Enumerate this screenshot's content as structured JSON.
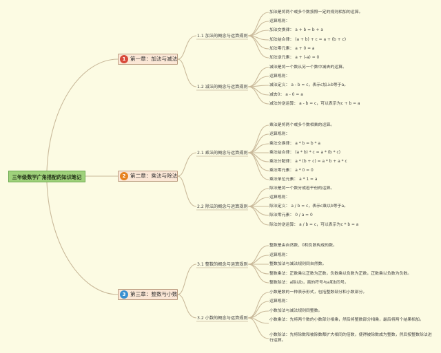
{
  "root": {
    "title": "三年级数学广角搭配的知识笔记"
  },
  "chapters": [
    {
      "number": "1",
      "title": "第一章：加法与减法",
      "badge_color": "#d84a3a",
      "sections": [
        {
          "title": "1.1 加法的概念与运算规则",
          "items": [
            "加法是将两个或多个数按照一定的规则相加的运算。",
            "运算规则：",
            "加法交换律： a + b = b + a",
            "加法结合律： (a + b) + c = a + (b + c)",
            "加法零元素： a + 0 = a",
            "加法逆元素： a + (-a) = 0"
          ]
        },
        {
          "title": "1.2 减法的概念与运算规则",
          "items": [
            "减法是将一个数从另一个数中减去的运算。",
            "运算规则：",
            "减法定义： a - b = c，表示c加上b等于a。",
            "减去0： a - 0 = a",
            "减法的逆运算： a - b = c，可以表示为c + b = a"
          ]
        }
      ]
    },
    {
      "number": "2",
      "title": "第二章：乘法与除法",
      "badge_color": "#e6821e",
      "sections": [
        {
          "title": "2.1 乘法的概念与运算规则",
          "items": [
            "乘法是将两个或多个数相乘的运算。",
            "运算规则：",
            "乘法交换律： a * b = b * a",
            "乘法结合律： (a * b) * c = a * (b * c)",
            "乘法分配律： a * (b + c) = a * b + a * c",
            "乘法零元素： a * 0 = 0",
            "乘法单位元素： a * 1 = a"
          ]
        },
        {
          "title": "2.2 除法的概念与运算规则",
          "items": [
            "除法是将一个数分成若干份的运算。",
            "运算规则：",
            "除法定义： a / b = c，表示c乘以b等于a。",
            "除法零元素： 0 / a = 0",
            "除法的逆运算： a / b = c，可以表示为c * b = a"
          ]
        }
      ]
    },
    {
      "number": "3",
      "title": "第三章：整数与小数",
      "badge_color": "#3a8fd0",
      "sections": [
        {
          "title": "3.1 整数的概念与运算规则",
          "items": [
            "整数是由自然数、0和负数构成的数。",
            "运算规则：",
            "整数加法与减法规则同自然数。",
            "整数乘法：正数乘以正数为正数，负数乘以负数为正数，正数乘以负数为负数。",
            "整数除法：a除以b，商的符号与a和b同号。"
          ]
        },
        {
          "title": "3.2 小数的概念与运算规则",
          "items": [
            "小数是数的一种表示形式，包括整数部分和小数部分。",
            "运算规则：",
            "小数加法与减法规则同整数。",
            "小数乘法：先将两个数的小数部分相乘，然后将整数部分相乘，最后将两个结果相加。",
            "小数除法：先将除数和被除数都扩大相同的倍数，使得被除数成为整数，然后按整数除法进行运算。"
          ]
        }
      ]
    }
  ]
}
